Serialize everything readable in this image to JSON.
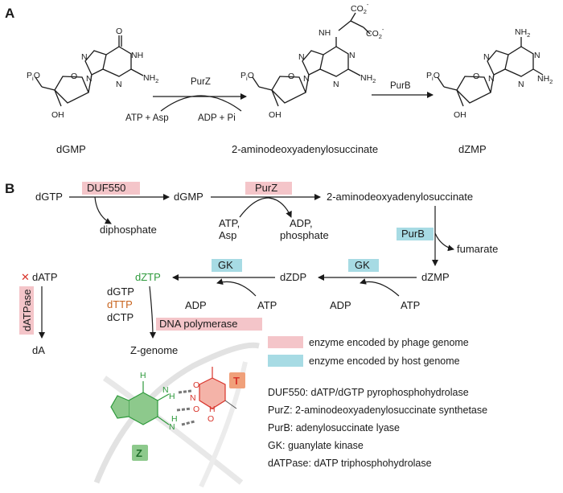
{
  "panels": {
    "a": "A",
    "b": "B"
  },
  "panel_a": {
    "mol1": "dGMP",
    "mol2": "2-aminodeoxyadenylosuccinate",
    "mol3": "dZMP",
    "enzyme1": "PurZ",
    "enzyme2": "PurB",
    "cofactor_in": "ATP + Asp",
    "cofactor_out": "ADP + Pi",
    "atoms": {
      "pio": "P",
      "pio_sub": "i",
      "pio_o": "O",
      "oh": "OH",
      "o": "O",
      "n": "N",
      "nh": "NH",
      "nh2": "NH",
      "nh2_sub": "2",
      "h": "H",
      "co2": "CO",
      "co2_sub": "2",
      "minus": "-"
    }
  },
  "panel_b": {
    "dGTP": "dGTP",
    "dGMP": "dGMP",
    "aminodeoxy": "2-aminodeoxyadenylosuccinate",
    "diphosphate": "diphosphate",
    "atp_asp_1": "ATP,",
    "atp_asp_2": "Asp",
    "adp_phos_1": "ADP,",
    "adp_phos_2": "phosphate",
    "fumarate": "fumarate",
    "dZMP": "dZMP",
    "dZDP": "dZDP",
    "dZTP": "dZTP",
    "dATP": "dATP",
    "dA": "dA",
    "adp": "ADP",
    "atp": "ATP",
    "dGTP2": "dGTP",
    "dTTP": "dTTP",
    "dCTP": "dCTP",
    "zgenome": "Z-genome",
    "x_mark": "✕",
    "enzymes": {
      "duf550": "DUF550",
      "purz": "PurZ",
      "purb": "PurB",
      "gk1": "GK",
      "gk2": "GK",
      "datpase": "dATPase",
      "dnapol": "DNA polymerase"
    },
    "legend": {
      "phage": "enzyme encoded by phage genome",
      "host": "enzyme encoded by host genome",
      "phage_color": "#f4c5c9",
      "host_color": "#a7dbe4"
    },
    "definitions": [
      "DUF550: dATP/dGTP pyrophosphohydrolase",
      "PurZ: 2-aminodeoxyadenylosuccinate synthetase",
      "PurB: adenylosuccinate lyase",
      "GK: guanylate kinase",
      "dATPase: dATP triphosphohydrolase"
    ],
    "pair_labels": {
      "t": "T",
      "z": "Z"
    }
  },
  "colors": {
    "green": "#2e9a3c",
    "orange": "#c8641e",
    "red": "#d8342b",
    "t_badge": "#f0a07a",
    "z_badge": "#8dc98c"
  }
}
